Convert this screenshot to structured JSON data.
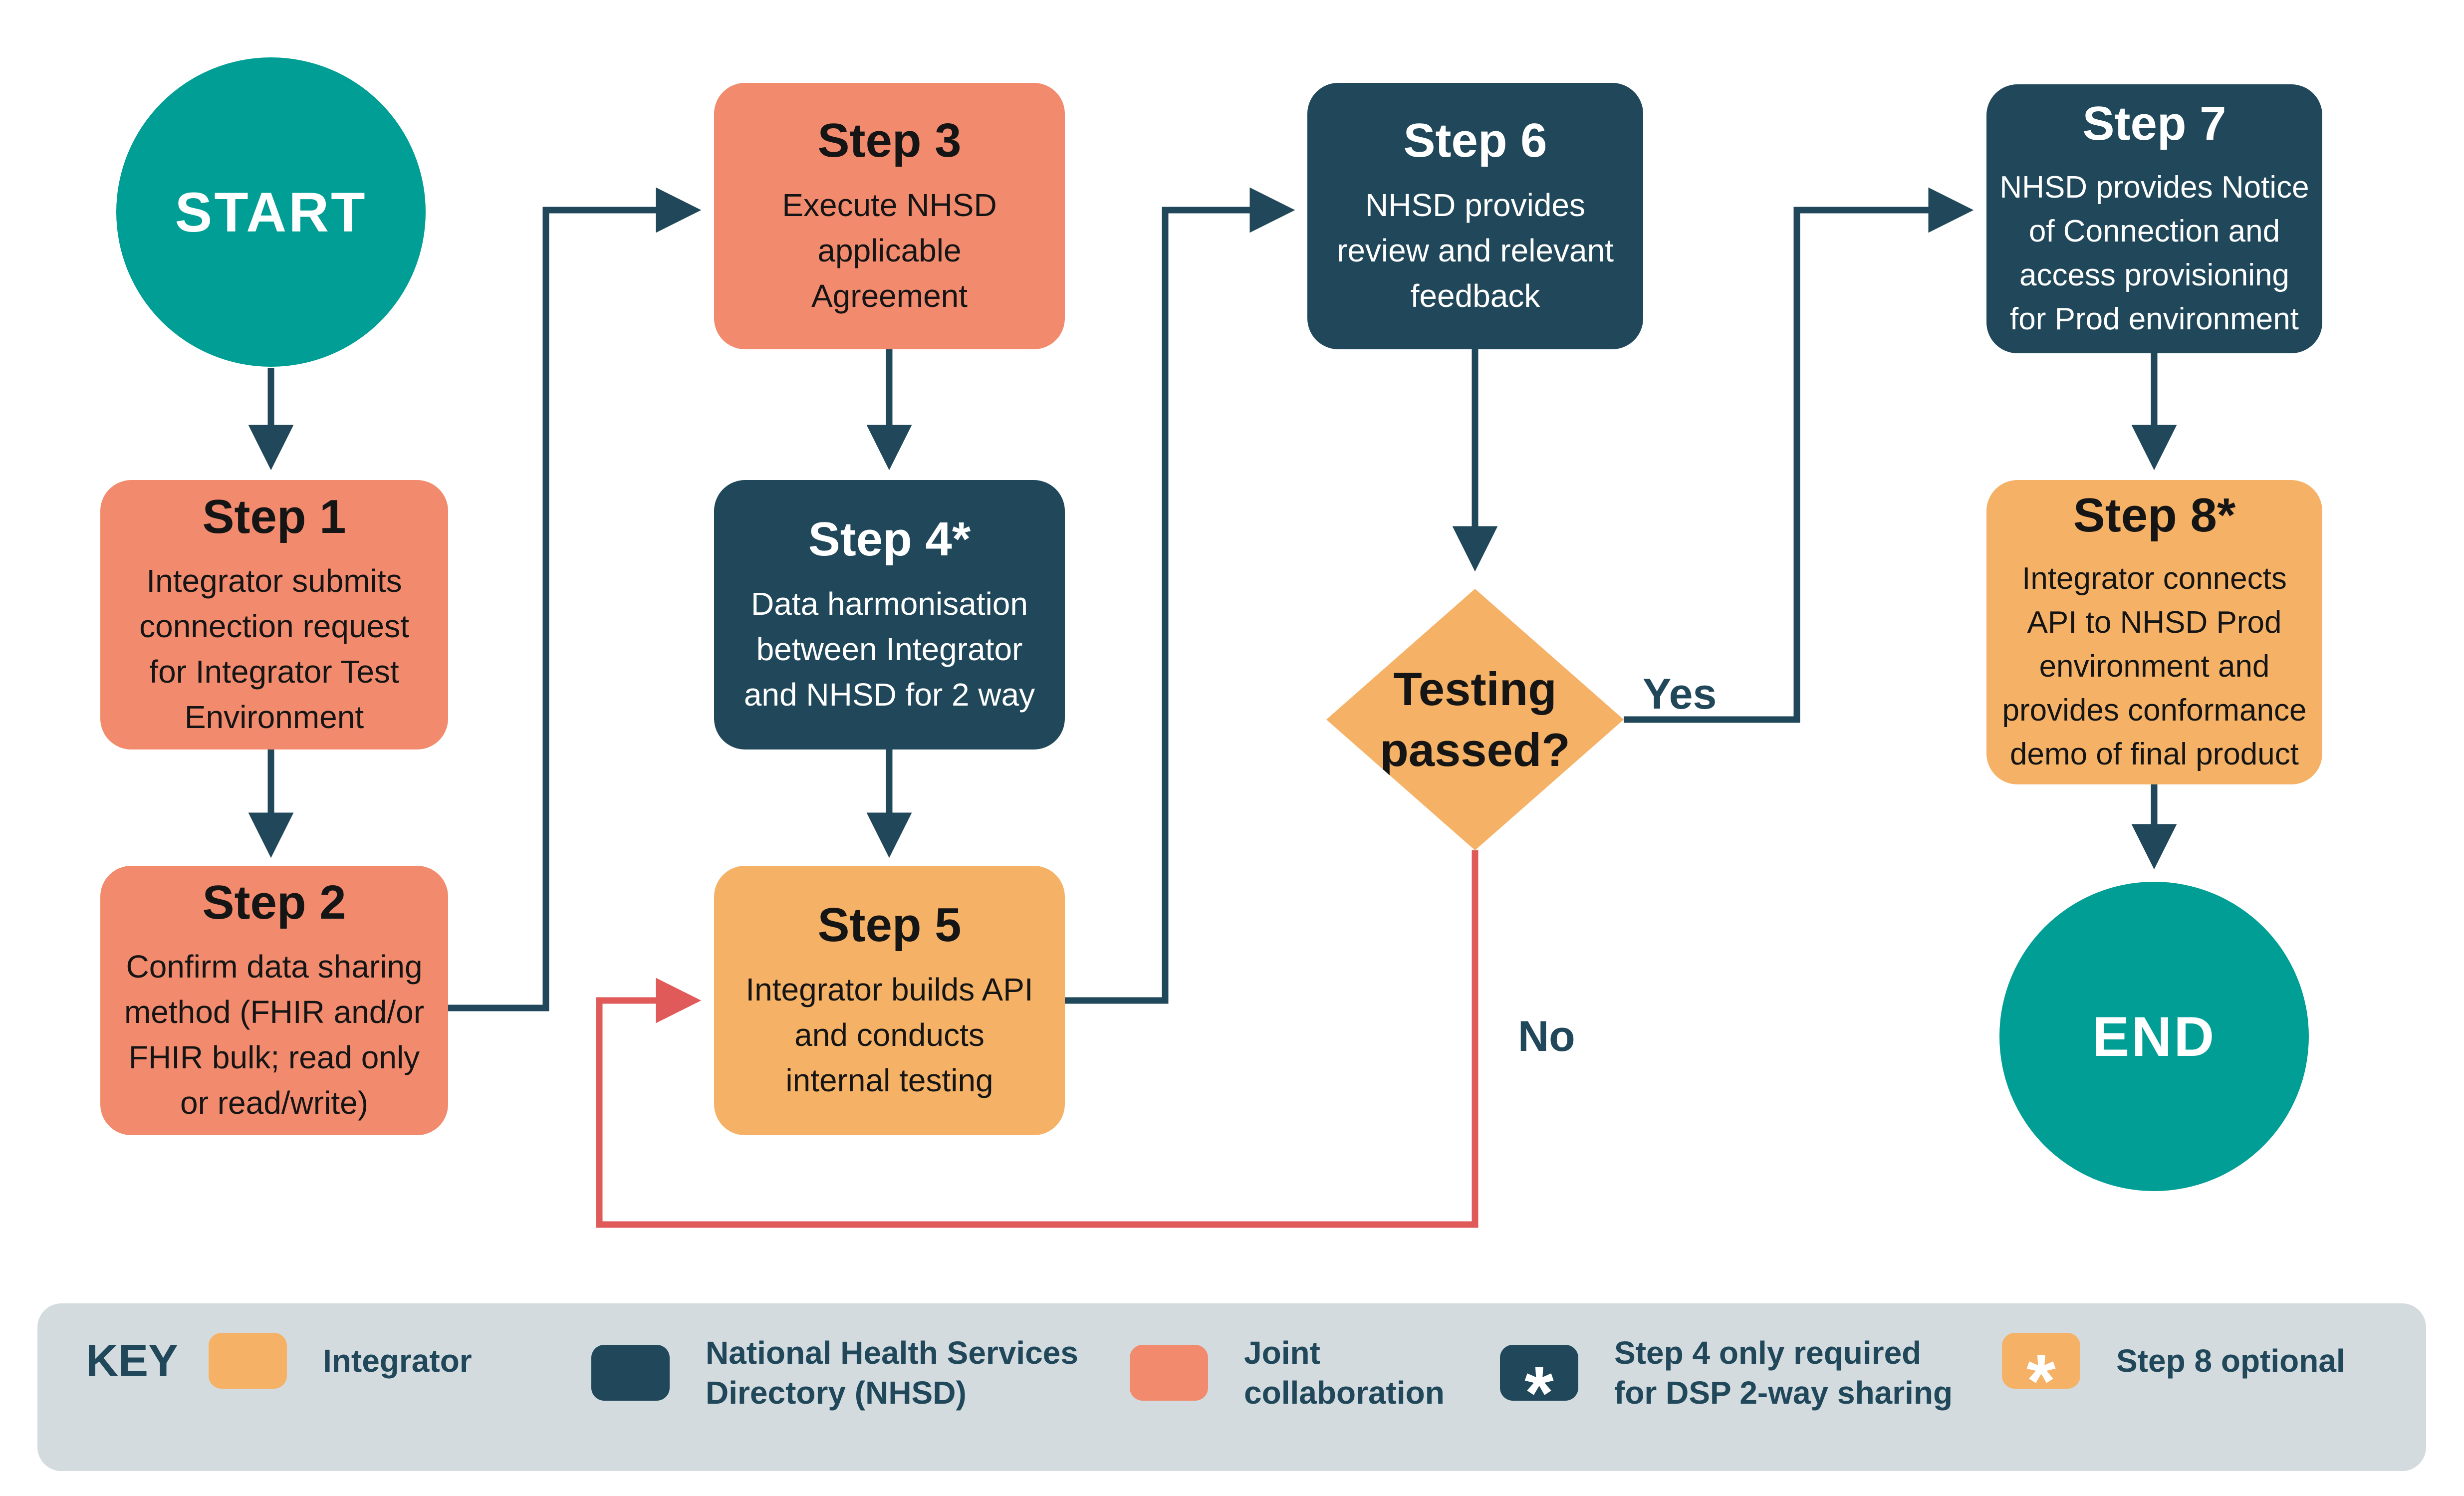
{
  "flowchart": {
    "start": {
      "label": "START"
    },
    "end": {
      "label": "END"
    },
    "steps": {
      "step1": {
        "title": "Step 1",
        "body": "Integrator submits connection request for Integrator Test Environment"
      },
      "step2": {
        "title": "Step 2",
        "body": "Confirm data sharing method (FHIR and/or FHIR bulk; read only or read/write)"
      },
      "step3": {
        "title": "Step 3",
        "body": "Execute NHSD applicable Agreement"
      },
      "step4": {
        "title": "Step 4*",
        "body": "Data harmonisation between Integrator and NHSD for 2 way"
      },
      "step5": {
        "title": "Step 5",
        "body": "Integrator builds API and conducts internal testing"
      },
      "step6": {
        "title": "Step 6",
        "body": "NHSD provides review and relevant feedback"
      },
      "step7": {
        "title": "Step 7",
        "body": "NHSD provides Notice of Connection and access provisioning for Prod environment"
      },
      "step8": {
        "title": "Step 8*",
        "body": "Integrator connects API to NHSD Prod environment and provides conformance demo of final product"
      }
    },
    "decision": {
      "label": "Testing passed?"
    },
    "branch_labels": {
      "yes": "Yes",
      "no": "No"
    }
  },
  "key": {
    "title": "KEY",
    "items": [
      {
        "label": "Integrator",
        "color_ref": "orange"
      },
      {
        "label": "National Health Services Directory (NHSD)",
        "color_ref": "navy"
      },
      {
        "label": "Joint collaboration",
        "color_ref": "salmon"
      },
      {
        "label": "Step 4 only required for DSP 2-way sharing",
        "color_ref": "navy",
        "asterisk": "*"
      },
      {
        "label": "Step 8 optional",
        "color_ref": "orange",
        "asterisk": "*"
      }
    ]
  },
  "colors": {
    "teal": "#009E94",
    "salmon": "#F28B6E",
    "navy": "#20485A",
    "orange": "#F5B266",
    "key_background": "#D3DBDE",
    "no_path_red": "#E05A5A",
    "yes_no_text": "#20485A"
  }
}
